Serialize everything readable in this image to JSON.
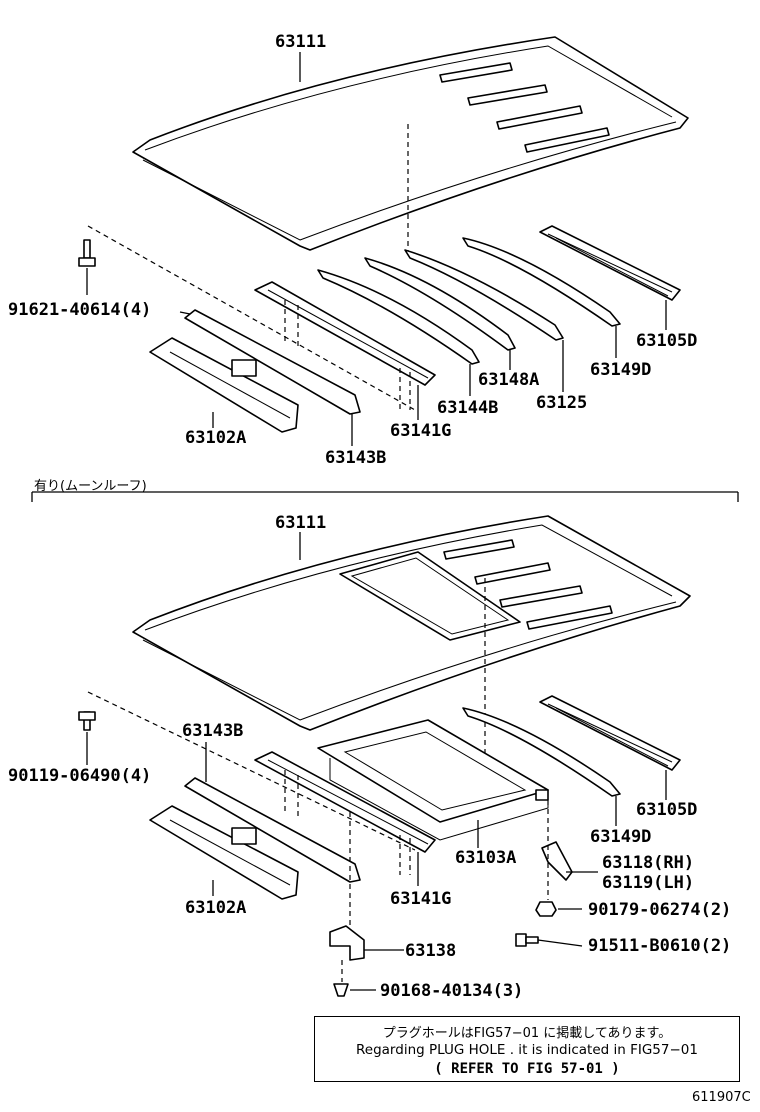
{
  "upper": {
    "labels": {
      "roof_panel": "63111",
      "bolt": "91621-40614(4)",
      "rail_front": "63105D",
      "bow_149": "63149D",
      "bow_148": "63148A",
      "bow_125": "63125",
      "bow_144": "63144B",
      "bow_141": "63141G",
      "bracket": "63102A",
      "rail_side": "63143B"
    }
  },
  "section_title": "有り(ムーンルーフ)",
  "lower": {
    "labels": {
      "roof_panel": "63111",
      "bolt": "90119-06490(4)",
      "rail_side": "63143B",
      "rail_front": "63105D",
      "bow_149": "63149D",
      "frame": "63103A",
      "bracket_rh": "63118(RH)",
      "bracket_lh": "63119(LH)",
      "nut": "90179-06274(2)",
      "screw": "91511-B0610(2)",
      "bow_141": "63141G",
      "bracket": "63102A",
      "stay": "63138",
      "clip": "90168-40134(3)"
    }
  },
  "note": {
    "line1": "プラグホールはFIG57−01 に掲載してあります。",
    "line2": "Regarding PLUG HOLE . it is indicated in FIG57−01",
    "line3": "(   REFER TO FIG 57-01   )"
  },
  "figure_id": "611907C"
}
